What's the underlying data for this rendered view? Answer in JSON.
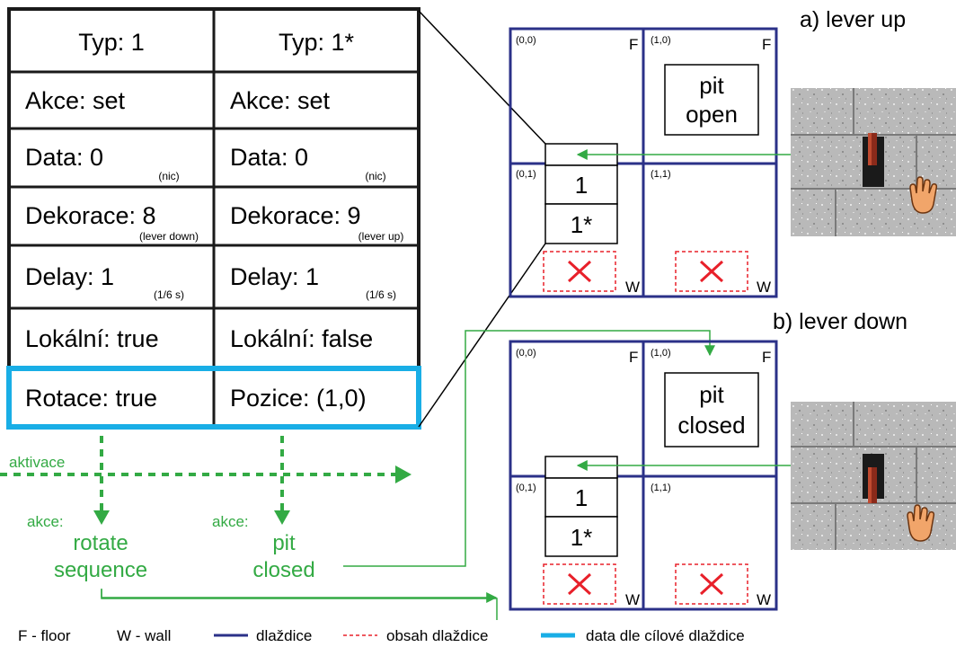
{
  "table": {
    "col1": [
      {
        "main": "Typ: 1",
        "note": ""
      },
      {
        "main": "Akce: set",
        "note": ""
      },
      {
        "main": "Data: 0",
        "note": "(nic)"
      },
      {
        "main": "Dekorace: 8",
        "note": "(lever down)"
      },
      {
        "main": "Delay: 1",
        "note": "(1/6 s)"
      },
      {
        "main": "Lokální: true",
        "note": ""
      },
      {
        "main": "Rotace: true",
        "note": ""
      }
    ],
    "col2": [
      {
        "main": "Typ: 1*",
        "note": ""
      },
      {
        "main": "Akce: set",
        "note": ""
      },
      {
        "main": "Data: 0",
        "note": "(nic)"
      },
      {
        "main": "Dekorace: 9",
        "note": "(lever up)"
      },
      {
        "main": "Delay: 1",
        "note": "(1/6 s)"
      },
      {
        "main": "Lokální: false",
        "note": ""
      },
      {
        "main": "Pozice: (1,0)",
        "note": ""
      }
    ]
  },
  "flow": {
    "aktivace": "aktivace",
    "akce1_label": "akce:",
    "akce1_line1": "rotate",
    "akce1_line2": "sequence",
    "akce2_label": "akce:",
    "akce2_line1": "pit",
    "akce2_line2": "closed"
  },
  "grid_top": {
    "title": "a) lever up",
    "coords": [
      "(0,0)",
      "(1,0)",
      "(0,1)",
      "(1,1)"
    ],
    "floor": "F",
    "wall": "W",
    "pit_line1": "pit",
    "pit_line2": "open",
    "seq1": "1",
    "seq2": "1*"
  },
  "grid_bottom": {
    "title": "b) lever down",
    "coords": [
      "(0,0)",
      "(1,0)",
      "(0,1)",
      "(1,1)"
    ],
    "floor": "F",
    "wall": "W",
    "pit_line1": "pit",
    "pit_line2": "closed",
    "seq1": "1",
    "seq2": "1*"
  },
  "legend": {
    "floor": "F - floor",
    "wall": "W - wall",
    "tile": "dlaždice",
    "content": "obsah dlaždice",
    "target": "data dle cílové dlaždice"
  },
  "colors": {
    "grid": "#2b3188",
    "green": "#33aa44",
    "red": "#e8202a",
    "highlight": "#19aee6"
  },
  "icons": [
    "lever-up-image",
    "lever-down-image",
    "hand-cursor-icon",
    "close-x-icon"
  ]
}
